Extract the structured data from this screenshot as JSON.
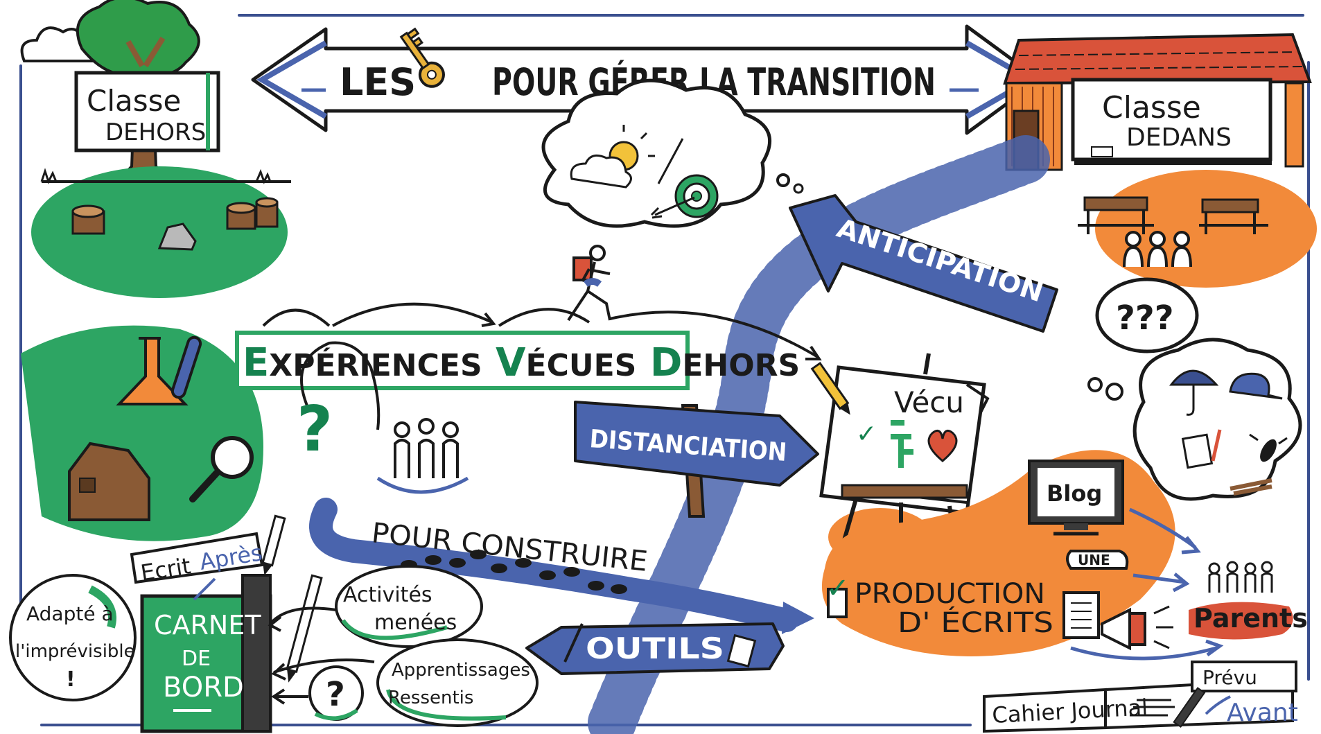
{
  "title": {
    "prefix": "LES",
    "key_icon": "key-icon",
    "suffix": "POUR GÉRER LA TRANSITION"
  },
  "classe_dehors": {
    "line1": "Classe",
    "line2": "DEHORS"
  },
  "classe_dedans": {
    "line1": "Classe",
    "line2": "DEDANS"
  },
  "experiences": {
    "word1_initial": "E",
    "word1_rest": "XPÉRIENCES",
    "word2_initial": "V",
    "word2_rest": "ÉCUES",
    "word3_initial": "D",
    "word3_rest": "EHORS"
  },
  "anticipation": "ANTICIPATION",
  "distanciation": "DISTANCIATION",
  "vecu": "Vécu",
  "pour_construire": "POUR CONSTRUIRE",
  "production": {
    "line1": "PRODUCTION",
    "line2": "D' ÉCRITS"
  },
  "outils": "OUTILS",
  "blog": "Blog",
  "une": "UNE",
  "parents": "Parents",
  "question_marks": "???",
  "ecrit_apres": {
    "ecrit": "Ecrit",
    "apres": "Après"
  },
  "carnet": {
    "line1": "CARNET",
    "line2": "DE",
    "line3": "BORD"
  },
  "adapte": {
    "line1": "Adapté à",
    "line2": "l'imprévisible",
    "line3": "!"
  },
  "activites": {
    "line1": "Activités",
    "line2": "menées"
  },
  "apprentissages": {
    "line1": "Apprentissages",
    "line2": "Ressentis"
  },
  "cahier_journal": "Cahier Journal",
  "prevu_avant": {
    "prevu": "Prévu",
    "avant": "Avant"
  },
  "colors": {
    "green": "#1fa66a",
    "dark_green": "#15824f",
    "orange": "#f28a3a",
    "blue": "#4a64ad",
    "navy": "#3a4f8f",
    "roof_red": "#d9533a",
    "ink": "#1a1a1a"
  }
}
